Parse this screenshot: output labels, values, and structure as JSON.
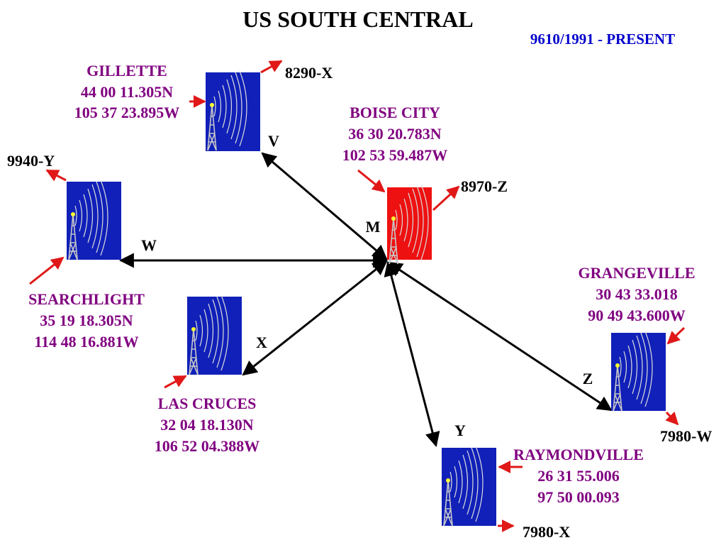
{
  "title": "US SOUTH CENTRAL",
  "subtitle": "9610/1991 - PRESENT",
  "colors": {
    "blue_station": "#1020b8",
    "master_station": "#ee1111",
    "label_purple": "#800080",
    "subtitle_blue": "#0000cc",
    "arrow_red": "#e01818",
    "link_black": "#000000"
  },
  "stations": [
    {
      "id": "gillette",
      "name": "GILLETTE",
      "lat": "44 00 11.305N",
      "lon": "105 37 23.895W",
      "code": "8290-X",
      "link": "V",
      "role": "secondary"
    },
    {
      "id": "searchlight",
      "name": "SEARCHLIGHT",
      "lat": "35 19 18.305N",
      "lon": "114 48 16.881W",
      "code": "9940-Y",
      "link": "W",
      "role": "secondary"
    },
    {
      "id": "boise-city",
      "name": "BOISE CITY",
      "lat": "36 30 20.783N",
      "lon": "102 53 59.487W",
      "code": "8970-Z",
      "link": "M",
      "role": "master"
    },
    {
      "id": "las-cruces",
      "name": "LAS CRUCES",
      "lat": "32 04 18.130N",
      "lon": "106 52 04.388W",
      "code": "",
      "link": "X",
      "role": "secondary"
    },
    {
      "id": "grangeville",
      "name": "GRANGEVILLE",
      "lat": "30 43 33.018",
      "lon": "90 49 43.600W",
      "code": "7980-W",
      "link": "Z",
      "role": "secondary"
    },
    {
      "id": "raymondville",
      "name": "RAYMONDVILLE",
      "lat": "26 31 55.006",
      "lon": "97 50 00.093",
      "code": "7980-X",
      "link": "Y",
      "role": "secondary"
    }
  ]
}
